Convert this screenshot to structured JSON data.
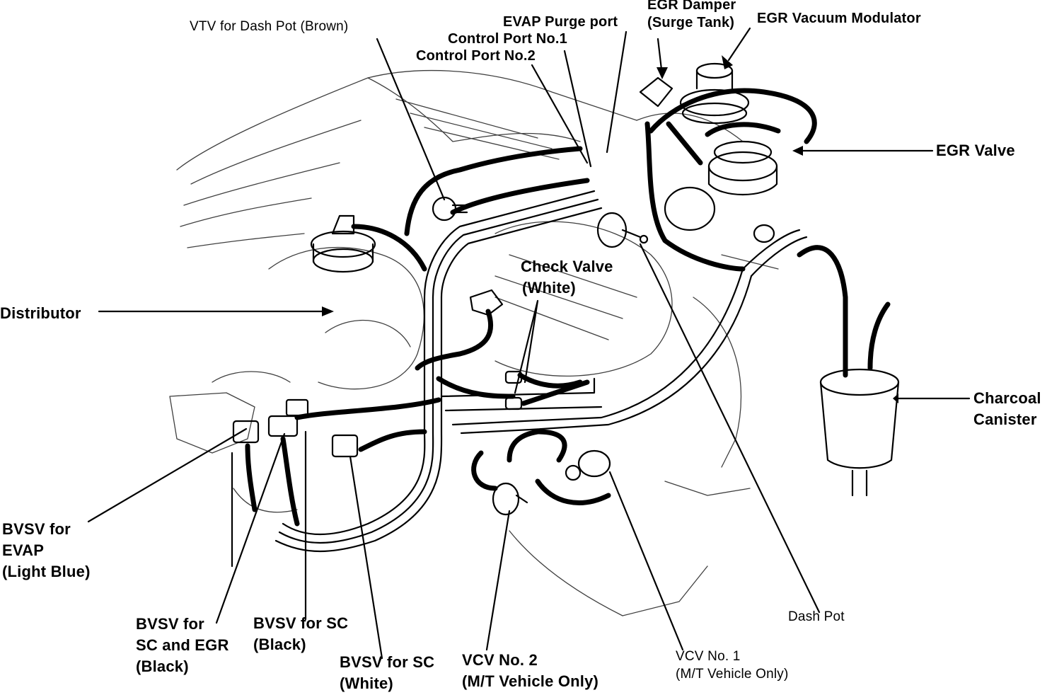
{
  "labels": {
    "vtv_dash_pot": [
      "VTV for Dash Pot (Brown)"
    ],
    "evap_purge_port": [
      "EVAP Purge port"
    ],
    "control_port_1": [
      "Control Port No.1"
    ],
    "control_port_2": [
      "Control Port No.2"
    ],
    "egr_damper": [
      "EGR Damper",
      "(Surge Tank)"
    ],
    "egr_vacuum_modulator": [
      "EGR Vacuum Modulator"
    ],
    "egr_valve": [
      "EGR Valve"
    ],
    "check_valve": [
      "Check Valve",
      "(White)"
    ],
    "distributor": [
      "Distributor"
    ],
    "charcoal_canister": [
      "Charcoal",
      "Canister"
    ],
    "bvsv_evap": [
      "BVSV for",
      "EVAP",
      "(Light Blue)"
    ],
    "bvsv_sc_egr": [
      "BVSV for",
      "SC and EGR",
      "(Black)"
    ],
    "bvsv_sc_black": [
      "BVSV for SC",
      "(Black)"
    ],
    "bvsv_sc_white": [
      "BVSV for SC",
      "(White)"
    ],
    "vcv_no2": [
      "VCV No. 2",
      "(M/T Vehicle Only)"
    ],
    "dash_pot": [
      "Dash Pot"
    ],
    "vcv_no1": [
      "VCV No. 1",
      "(M/T Vehicle Only)"
    ]
  },
  "colors": {
    "ink": "#000000",
    "paper": "#ffffff"
  }
}
